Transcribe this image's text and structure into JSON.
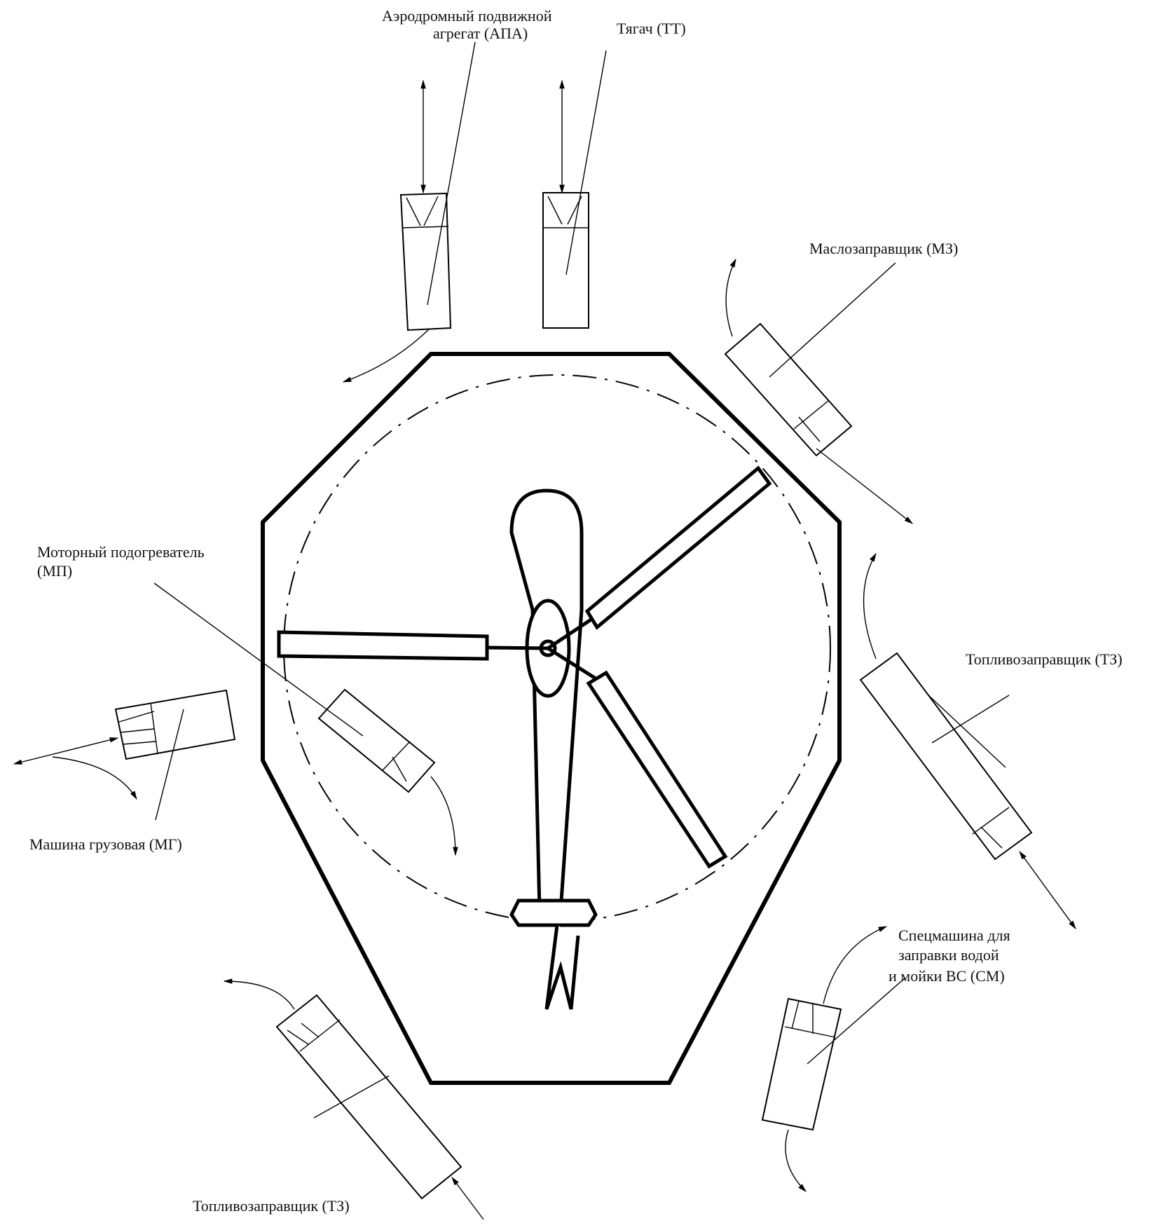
{
  "labels": {
    "apa_line1": "Аэродромный подвижной",
    "apa_line2": "агрегат (АПА)",
    "tt": "Тягач (ТТ)",
    "mz": "Маслозаправщик (МЗ)",
    "mp_line1": "Моторный подогреватель",
    "mp_line2": "(МП)",
    "tz_right": "Топливозаправщик (ТЗ)",
    "mg": "Машина грузовая (МГ)",
    "sm_line1": "Спецмашина для",
    "sm_line2": "заправки водой",
    "sm_line3": "и мойки ВС (СМ)",
    "tz_bottom": "Топливозаправщик (ТЗ)"
  }
}
